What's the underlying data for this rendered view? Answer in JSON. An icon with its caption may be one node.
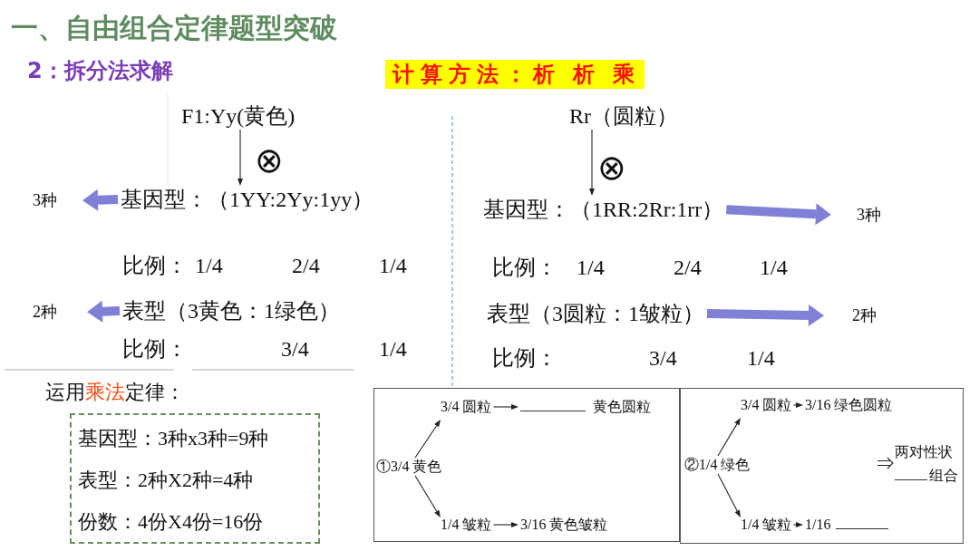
{
  "diagram": {
    "title": "一、自由组合定律题型突破",
    "nodes": [
      {
        "text": [
          "计算方法：析 析 乘"
        ]
      },
      {
        "text": [
          "F1:Yy(黄色)"
        ]
      },
      {
        "text": [
          "基因型：（1YY:2Yy:1yy）"
        ]
      },
      {
        "text": [
          "3种"
        ]
      },
      {
        "text": [
          "表型（3黄色：1绿色）"
        ]
      },
      {
        "text": [
          "2种"
        ]
      },
      {
        "text": [
          "Rr（圆粒）"
        ]
      },
      {
        "text": [
          "基因型：（1RR:2Rr:1rr）"
        ]
      },
      {
        "text": [
          "3种"
        ]
      },
      {
        "text": [
          "表型（3圆粒：1皱粒）"
        ]
      },
      {
        "text": [
          "2种"
        ]
      },
      {
        "text": [
          "基因型：3种x3种=9种",
          "表型：2种X2种=4种",
          "份数：4份X4份=16份"
        ],
        "beside": [
          "运用**乘法**定律："
        ]
      },
      {
        "text": [],
        "shape": "box"
      },
      {
        "text": [
          "①3/4 黄色"
        ],
        "in": 12
      },
      {
        "text": [
          "3/4 圆粒"
        ],
        "in": 12
      },
      {
        "text": [
          "黄色圆粒"
        ],
        "in": 12
      },
      {
        "text": [
          "1/4 皱粒"
        ],
        "in": 12
      },
      {
        "text": [
          "3/16 黄色皱粒"
        ],
        "in": 12
      },
      {
        "text": [],
        "shape": "box"
      },
      {
        "text": [
          "②1/4 绿色"
        ],
        "in": 18
      },
      {
        "text": [
          "3/4 圆粒"
        ],
        "in": 18
      },
      {
        "text": [
          "3/16 绿色圆粒"
        ],
        "in": 18
      },
      {
        "text": [
          "1/4 皱粒"
        ],
        "in": 18
      },
      {
        "text": [
          "1/16"
        ],
        "in": 18
      },
      {
        "text": [
          "两对性状",
          "组合"
        ],
        "in": 18
      }
    ],
    "edges": [
      {
        "from": 1,
        "to": 2,
        "arrow": "to",
        "label": "⊗"
      },
      {
        "from": 2,
        "to": 3,
        "arrow": "to",
        "style": "thick",
        "color": "#7f80d6"
      },
      {
        "from": 4,
        "to": 5,
        "arrow": "to",
        "style": "thick",
        "color": "#7f80d6"
      },
      {
        "from": 6,
        "to": 7,
        "arrow": "to",
        "label": "⊗"
      },
      {
        "from": 7,
        "to": 8,
        "arrow": "to",
        "style": "thick",
        "color": "#7f80d6"
      },
      {
        "from": 9,
        "to": 10,
        "arrow": "to",
        "style": "thick",
        "color": "#7f80d6"
      },
      {
        "from": 13,
        "to": 14,
        "arrow": "to"
      },
      {
        "from": 13,
        "to": 16,
        "arrow": "to"
      },
      {
        "from": 14,
        "to": 15,
        "arrow": "to"
      },
      {
        "from": 16,
        "to": 17,
        "arrow": "to"
      },
      {
        "from": 19,
        "to": 20,
        "arrow": "to"
      },
      {
        "from": 19,
        "to": 22,
        "arrow": "to"
      },
      {
        "from": 20,
        "to": 21,
        "arrow": "to"
      },
      {
        "from": 22,
        "to": 23,
        "arrow": "to"
      },
      {
        "from": null,
        "to": 24,
        "arrow": "to"
      }
    ],
    "labels": [
      "2：拆分法求解",
      "比例：",
      "1/4",
      "2/4",
      "1/4",
      "比例：",
      "3/4",
      "1/4",
      "比例：",
      "1/4",
      "2/4",
      "1/4",
      "比例：",
      "3/4",
      "1/4"
    ]
  }
}
